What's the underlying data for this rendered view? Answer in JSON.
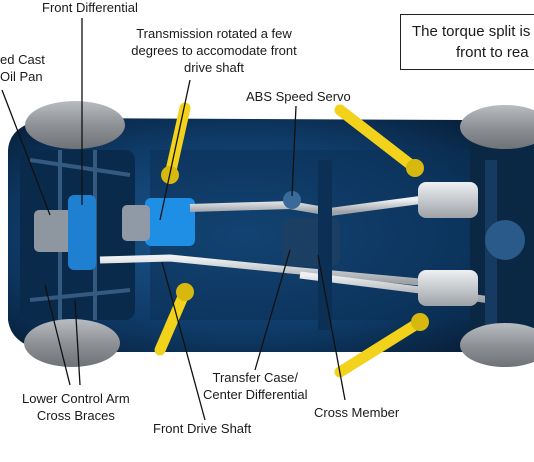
{
  "labels": {
    "front_differential": "Front Differential",
    "oil_pan_line1": "ed Cast",
    "oil_pan_line2": "Oil Pan",
    "transmission_line1": "Transmission rotated a few",
    "transmission_line2": "degrees to accomodate front",
    "transmission_line3": "drive shaft",
    "abs_speed_servo": "ABS Speed Servo",
    "lower_control_arm_line1": "Lower Control Arm",
    "lower_control_arm_line2": "Cross Braces",
    "front_drive_shaft": "Front Drive Shaft",
    "transfer_case_line1": "Transfer Case/",
    "transfer_case_line2": "Center Differential",
    "cross_member": "Cross Member"
  },
  "callout": {
    "line1": "The torque split is",
    "line2": "front to rea"
  },
  "colors": {
    "undercarriage": "#0e3a66",
    "underbody_dark": "#071d36",
    "transmission_highlight": "#1f8fe6",
    "lift_arms": "#f2d21a",
    "exhaust": "#c9ccd0",
    "tires": "#9a9da2",
    "leader_lines": "#111111"
  }
}
